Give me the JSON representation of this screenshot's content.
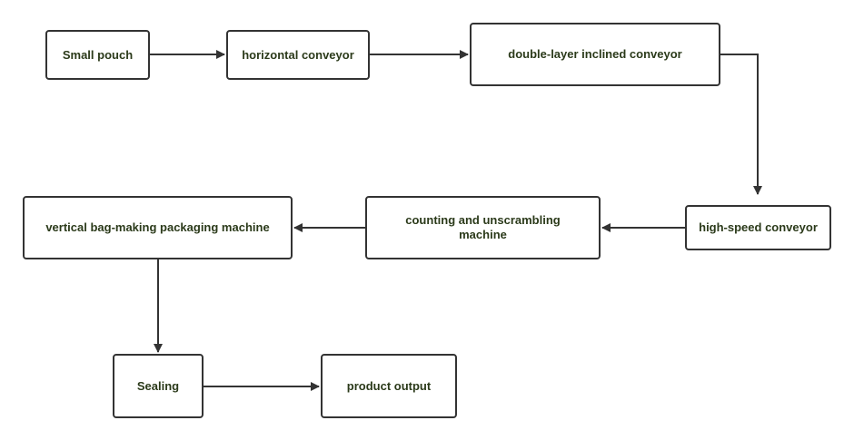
{
  "nodes": {
    "small_pouch": "Small pouch",
    "horizontal_conveyor": "horizontal conveyor",
    "double_layer": "double-layer inclined conveyor",
    "high_speed": "high-speed conveyor",
    "counting": "counting and unscrambling machine",
    "vertical": "vertical bag-making packaging machine",
    "sealing": "Sealing",
    "product_output": "product output"
  },
  "colors": {
    "border": "#333333",
    "text": "#2b3a1a",
    "background": "#ffffff"
  }
}
